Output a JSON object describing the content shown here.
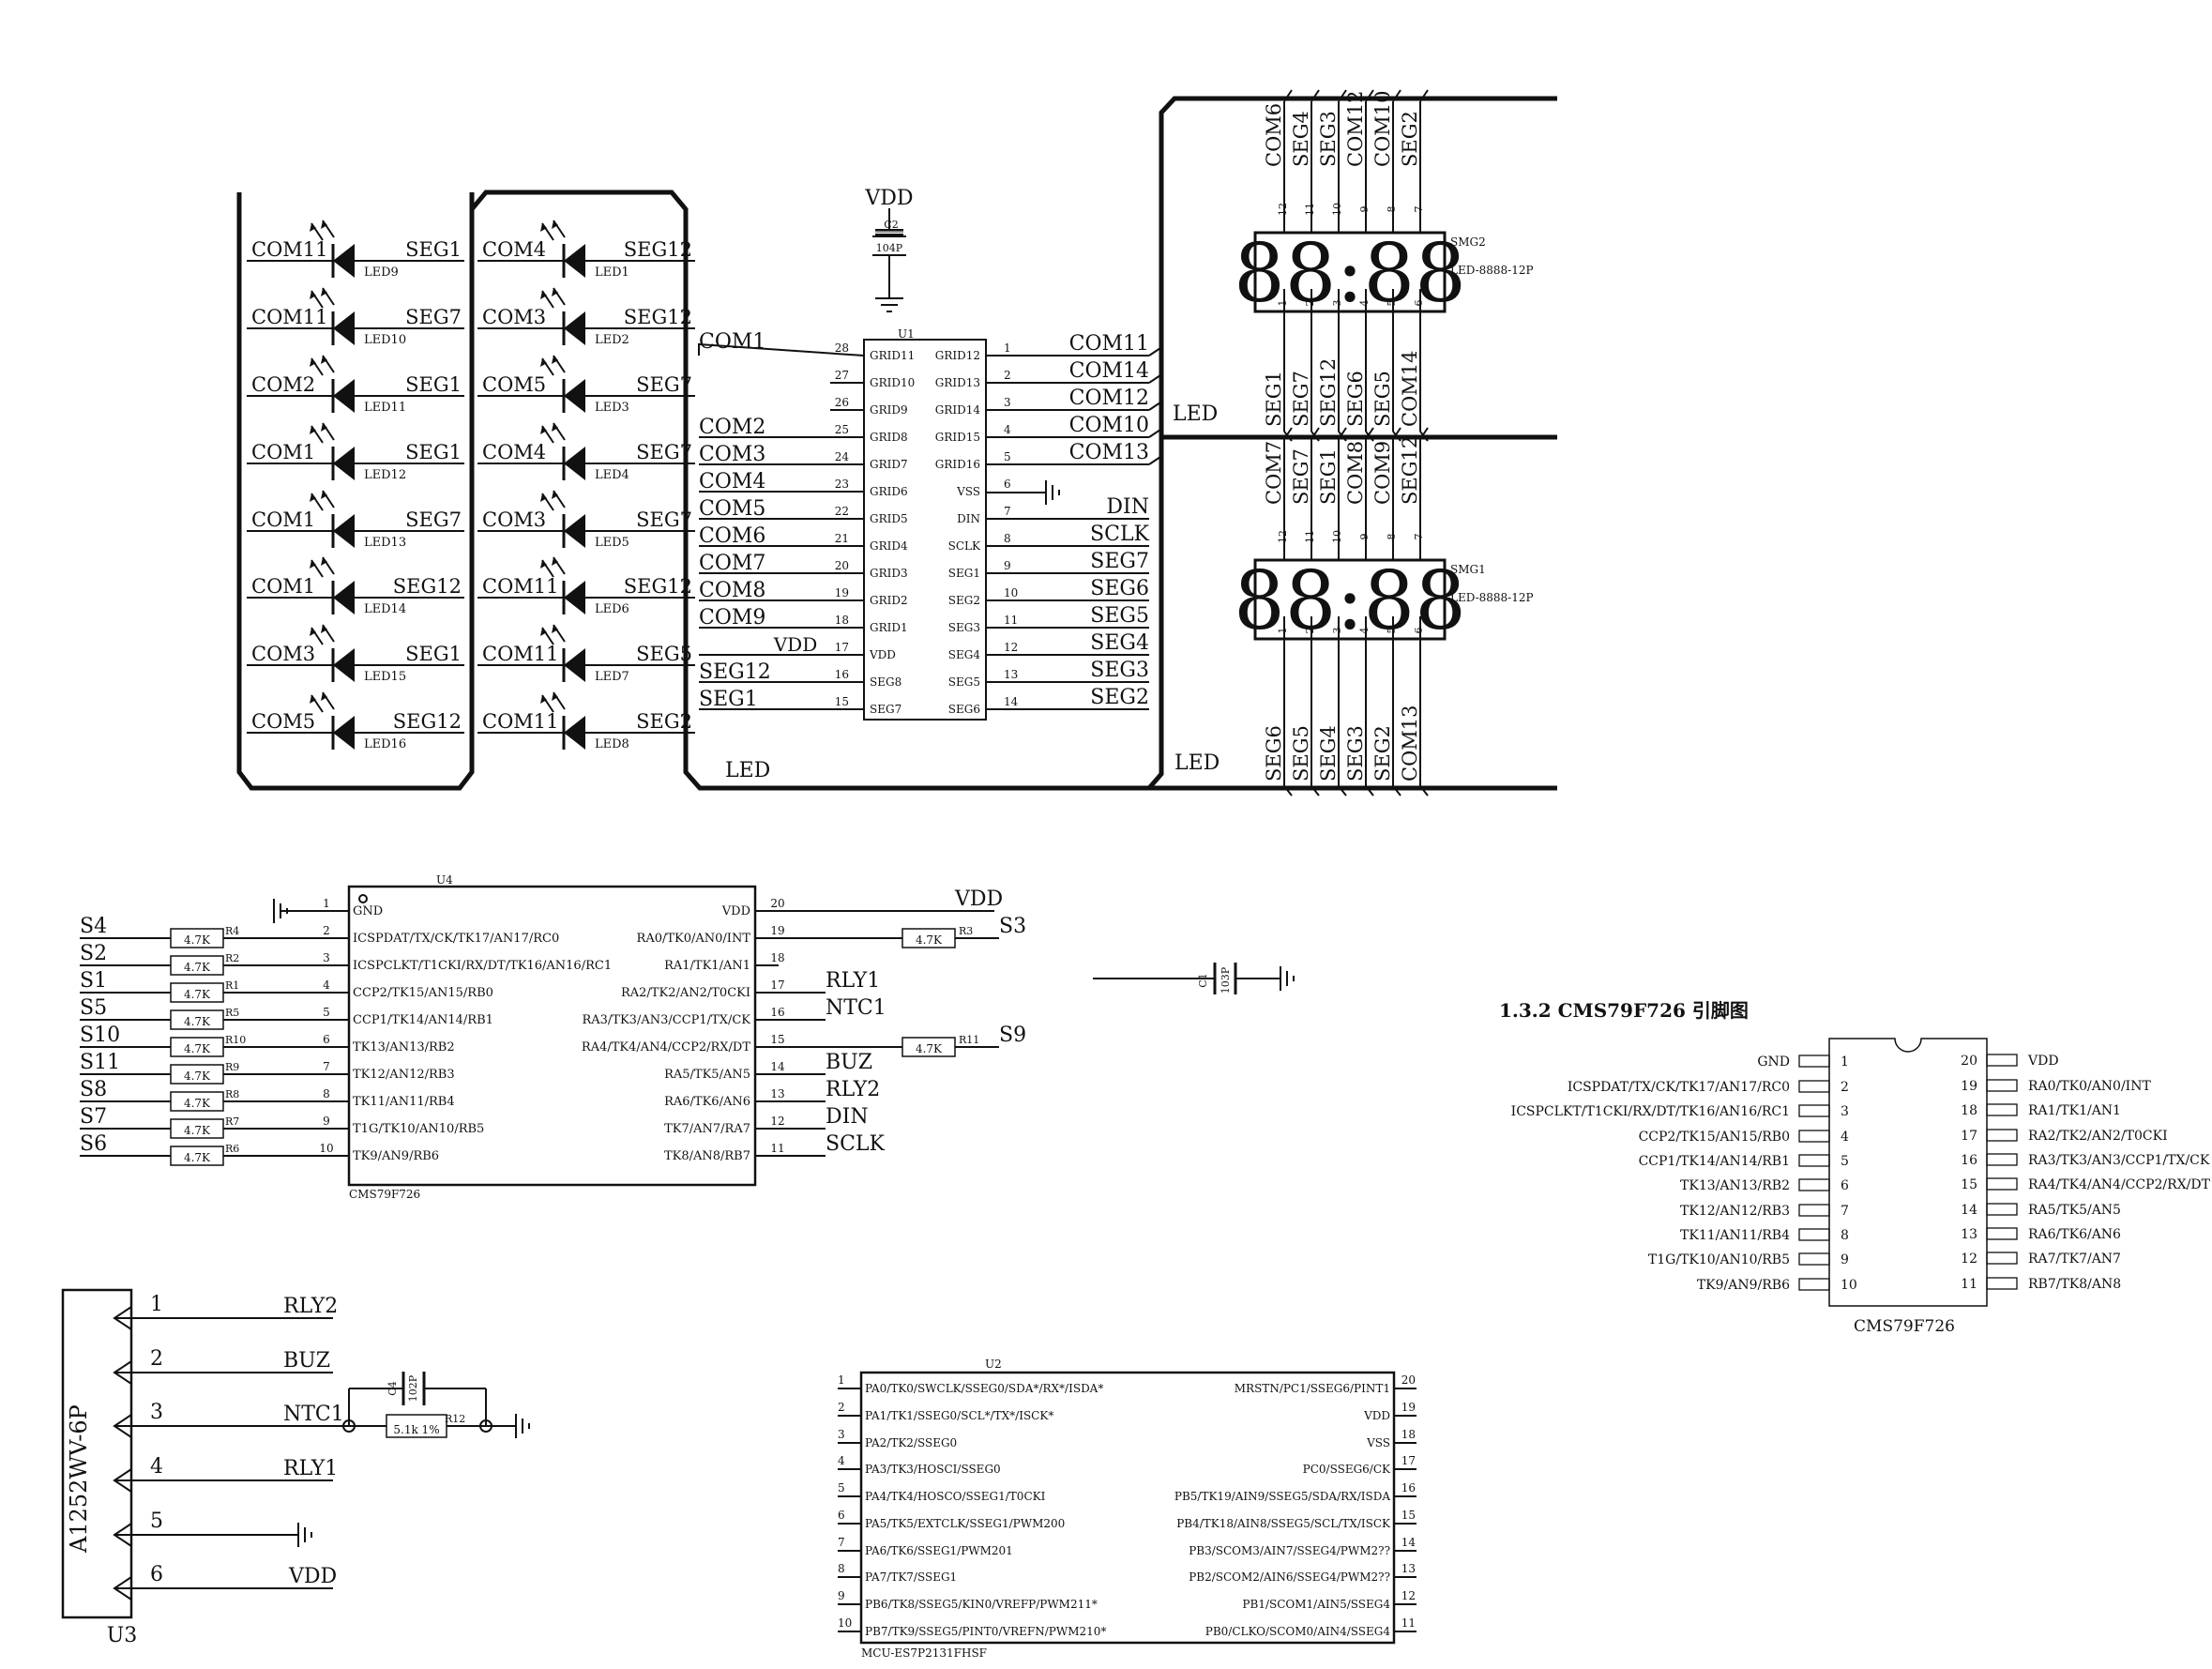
{
  "led_matrix": {
    "leds": [
      [
        "COM11",
        "SEG1",
        "LED9"
      ],
      [
        "COM11",
        "SEG7",
        "LED10"
      ],
      [
        "COM2",
        "SEG1",
        "LED11"
      ],
      [
        "COM1",
        "SEG1",
        "LED12"
      ],
      [
        "COM1",
        "SEG7",
        "LED13"
      ],
      [
        "COM1",
        "SEG12",
        "LED14"
      ],
      [
        "COM3",
        "SEG1",
        "LED15"
      ],
      [
        "COM5",
        "SEG12",
        "LED16"
      ],
      [
        "COM4",
        "SEG12",
        "LED1"
      ],
      [
        "COM3",
        "SEG12",
        "LED2"
      ],
      [
        "COM5",
        "SEG7",
        "LED3"
      ],
      [
        "COM4",
        "SEG7",
        "LED4"
      ],
      [
        "COM3",
        "SEG7",
        "LED5"
      ],
      [
        "COM11",
        "SEG12",
        "LED6"
      ],
      [
        "COM11",
        "SEG5",
        "LED7"
      ],
      [
        "COM11",
        "SEG2",
        "LED8"
      ]
    ],
    "bus_label": "LED"
  },
  "vdd": "VDD",
  "c2": {
    "ref": "C2",
    "value": "104P"
  },
  "u1": {
    "ref": "U1",
    "left": [
      [
        "28",
        "GRID11",
        "COM1"
      ],
      [
        "27",
        "GRID10",
        ""
      ],
      [
        "26",
        "GRID9",
        ""
      ],
      [
        "25",
        "GRID8",
        "COM2"
      ],
      [
        "24",
        "GRID7",
        "COM3"
      ],
      [
        "23",
        "GRID6",
        "COM4"
      ],
      [
        "22",
        "GRID5",
        "COM5"
      ],
      [
        "21",
        "GRID4",
        "COM6"
      ],
      [
        "20",
        "GRID3",
        "COM7"
      ],
      [
        "19",
        "GRID2",
        "COM8"
      ],
      [
        "18",
        "GRID1",
        "COM9"
      ],
      [
        "17",
        "VDD",
        "VDD"
      ],
      [
        "16",
        "SEG8",
        "SEG12"
      ],
      [
        "15",
        "SEG7",
        "SEG1"
      ]
    ],
    "right": [
      [
        "1",
        "GRID12",
        "COM11"
      ],
      [
        "2",
        "GRID13",
        "COM14"
      ],
      [
        "3",
        "GRID14",
        "COM12"
      ],
      [
        "4",
        "GRID15",
        "COM10"
      ],
      [
        "5",
        "GRID16",
        "COM13"
      ],
      [
        "6",
        "VSS",
        ""
      ],
      [
        "7",
        "DIN",
        "DIN"
      ],
      [
        "8",
        "SCLK",
        "SCLK"
      ],
      [
        "9",
        "SEG1",
        "SEG7"
      ],
      [
        "10",
        "SEG2",
        "SEG6"
      ],
      [
        "11",
        "SEG3",
        "SEG5"
      ],
      [
        "12",
        "SEG4",
        "SEG4"
      ],
      [
        "13",
        "SEG5",
        "SEG3"
      ],
      [
        "14",
        "SEG6",
        "SEG2"
      ]
    ]
  },
  "bus_labels": [
    "LED",
    "LED",
    "LED"
  ],
  "smg2": {
    "ref": "SMG2",
    "part": "LED-8888-12P",
    "digits": "88:88",
    "top": [
      [
        "12",
        "COM6"
      ],
      [
        "11",
        "SEG4"
      ],
      [
        "10",
        "SEG3"
      ],
      [
        "9",
        "COM12"
      ],
      [
        "8",
        "COM10"
      ],
      [
        "7",
        "SEG2"
      ]
    ],
    "bottom": [
      [
        "1",
        "SEG1"
      ],
      [
        "2",
        "SEG7"
      ],
      [
        "3",
        "SEG12"
      ],
      [
        "4",
        "SEG6"
      ],
      [
        "5",
        "SEG5"
      ],
      [
        "6",
        "COM14"
      ]
    ]
  },
  "smg1": {
    "ref": "SMG1",
    "part": "LED-8888-12P",
    "digits": "88:88",
    "top": [
      [
        "12",
        "COM7"
      ],
      [
        "11",
        "SEG7"
      ],
      [
        "10",
        "SEG1"
      ],
      [
        "9",
        "COM8"
      ],
      [
        "8",
        "COM9"
      ],
      [
        "7",
        "SEG12"
      ]
    ],
    "bottom": [
      [
        "1",
        "SEG6"
      ],
      [
        "2",
        "SEG5"
      ],
      [
        "3",
        "SEG4"
      ],
      [
        "4",
        "SEG3"
      ],
      [
        "5",
        "SEG2"
      ],
      [
        "6",
        "COM13"
      ]
    ]
  },
  "u4": {
    "ref": "U4",
    "part": "CMS79F726",
    "left": [
      [
        "1",
        "GND",
        "",
        null,
        null
      ],
      [
        "2",
        "ICSPDAT/TX/CK/TK17/AN17/RC0",
        "S4",
        "4.7K",
        "R4"
      ],
      [
        "3",
        "ICSPCLKT/T1CKI/RX/DT/TK16/AN16/RC1",
        "S2",
        "4.7K",
        "R2"
      ],
      [
        "4",
        "CCP2/TK15/AN15/RB0",
        "S1",
        "4.7K",
        "R1"
      ],
      [
        "5",
        "CCP1/TK14/AN14/RB1",
        "S5",
        "4.7K",
        "R5"
      ],
      [
        "6",
        "TK13/AN13/RB2",
        "S10",
        "4.7K",
        "R10"
      ],
      [
        "7",
        "TK12/AN12/RB3",
        "S11",
        "4.7K",
        "R9"
      ],
      [
        "8",
        "TK11/AN11/RB4",
        "S8",
        "4.7K",
        "R8"
      ],
      [
        "9",
        "T1G/TK10/AN10/RB5",
        "S7",
        "4.7K",
        "R7"
      ],
      [
        "10",
        "TK9/AN9/RB6",
        "S6",
        "4.7K",
        "R6"
      ]
    ],
    "right": [
      [
        "20",
        "VDD",
        "VDD",
        null,
        null
      ],
      [
        "19",
        "RA0/TK0/AN0/INT",
        "S3",
        "4.7K",
        "R3"
      ],
      [
        "18",
        "RA1/TK1/AN1",
        "",
        null,
        null
      ],
      [
        "17",
        "RA2/TK2/AN2/T0CKI",
        "RLY1",
        null,
        null
      ],
      [
        "16",
        "RA3/TK3/AN3/CCP1/TX/CK",
        "NTC1",
        null,
        null
      ],
      [
        "15",
        "RA4/TK4/AN4/CCP2/RX/DT",
        "S9",
        "4.7K",
        "R11"
      ],
      [
        "14",
        "RA5/TK5/AN5",
        "BUZ",
        null,
        null
      ],
      [
        "13",
        "RA6/TK6/AN6",
        "RLY2",
        null,
        null
      ],
      [
        "12",
        "TK7/AN7/RA7",
        "DIN",
        null,
        null
      ],
      [
        "11",
        "TK8/AN8/RB7",
        "SCLK",
        null,
        null
      ]
    ]
  },
  "c1": {
    "ref": "C1",
    "value": "103P"
  },
  "pinout": {
    "title": "1.3.2  CMS79F726 引脚图",
    "part": "CMS79F726",
    "left": [
      [
        "1",
        "GND"
      ],
      [
        "2",
        "ICSPDAT/TX/CK/TK17/AN17/RC0"
      ],
      [
        "3",
        "ICSPCLKT/T1CKI/RX/DT/TK16/AN16/RC1"
      ],
      [
        "4",
        "CCP2/TK15/AN15/RB0"
      ],
      [
        "5",
        "CCP1/TK14/AN14/RB1"
      ],
      [
        "6",
        "TK13/AN13/RB2"
      ],
      [
        "7",
        "TK12/AN12/RB3"
      ],
      [
        "8",
        "TK11/AN11/RB4"
      ],
      [
        "9",
        "T1G/TK10/AN10/RB5"
      ],
      [
        "10",
        "TK9/AN9/RB6"
      ]
    ],
    "right": [
      [
        "20",
        "VDD"
      ],
      [
        "19",
        "RA0/TK0/AN0/INT"
      ],
      [
        "18",
        "RA1/TK1/AN1"
      ],
      [
        "17",
        "RA2/TK2/AN2/T0CKI"
      ],
      [
        "16",
        "RA3/TK3/AN3/CCP1/TX/CK"
      ],
      [
        "15",
        "RA4/TK4/AN4/CCP2/RX/DT"
      ],
      [
        "14",
        "RA5/TK5/AN5"
      ],
      [
        "13",
        "RA6/TK6/AN6"
      ],
      [
        "12",
        "RA7/TK7/AN7"
      ],
      [
        "11",
        "RB7/TK8/AN8"
      ]
    ]
  },
  "u3": {
    "ref": "U3",
    "part": "A1252WV-6P",
    "pins": [
      [
        "1",
        "RLY2"
      ],
      [
        "2",
        "BUZ"
      ],
      [
        "3",
        "NTC1"
      ],
      [
        "4",
        "RLY1"
      ],
      [
        "5",
        ""
      ],
      [
        "6",
        "VDD"
      ]
    ],
    "c4": {
      "ref": "C4",
      "value": "102P"
    },
    "r12": {
      "ref": "R12",
      "value": "5.1k 1%"
    }
  },
  "u2": {
    "ref": "U2",
    "part": "MCU-ES7P2131FHSF",
    "left": [
      [
        "1",
        "PA0/TK0/SWCLK/SSEG0/SDA*/RX*/ISDA*"
      ],
      [
        "2",
        "PA1/TK1/SSEG0/SCL*/TX*/ISCK*"
      ],
      [
        "3",
        "PA2/TK2/SSEG0"
      ],
      [
        "4",
        "PA3/TK3/HOSCI/SSEG0"
      ],
      [
        "5",
        "PA4/TK4/HOSCO/SSEG1/T0CKI"
      ],
      [
        "6",
        "PA5/TK5/EXTCLK/SSEG1/PWM200"
      ],
      [
        "7",
        "PA6/TK6/SSEG1/PWM201"
      ],
      [
        "8",
        "PA7/TK7/SSEG1"
      ],
      [
        "9",
        "PB6/TK8/SSEG5/KIN0/VREFP/PWM211*"
      ],
      [
        "10",
        "PB7/TK9/SSEG5/PINT0/VREFN/PWM210*"
      ]
    ],
    "right": [
      [
        "20",
        "MRSTN/PC1/SSEG6/PINT1"
      ],
      [
        "19",
        "VDD"
      ],
      [
        "18",
        "VSS"
      ],
      [
        "17",
        "PC0/SSEG6/CK"
      ],
      [
        "16",
        "PB5/TK19/AIN9/SSEG5/SDA/RX/ISDA"
      ],
      [
        "15",
        "PB4/TK18/AIN8/SSEG5/SCL/TX/ISCK"
      ],
      [
        "14",
        "PB3/SCOM3/AIN7/SSEG4/PWM2??"
      ],
      [
        "13",
        "PB2/SCOM2/AIN6/SSEG4/PWM2??"
      ],
      [
        "12",
        "PB1/SCOM1/AIN5/SSEG4"
      ],
      [
        "11",
        "PB0/CLKO/SCOM0/AIN4/SSEG4"
      ]
    ]
  }
}
